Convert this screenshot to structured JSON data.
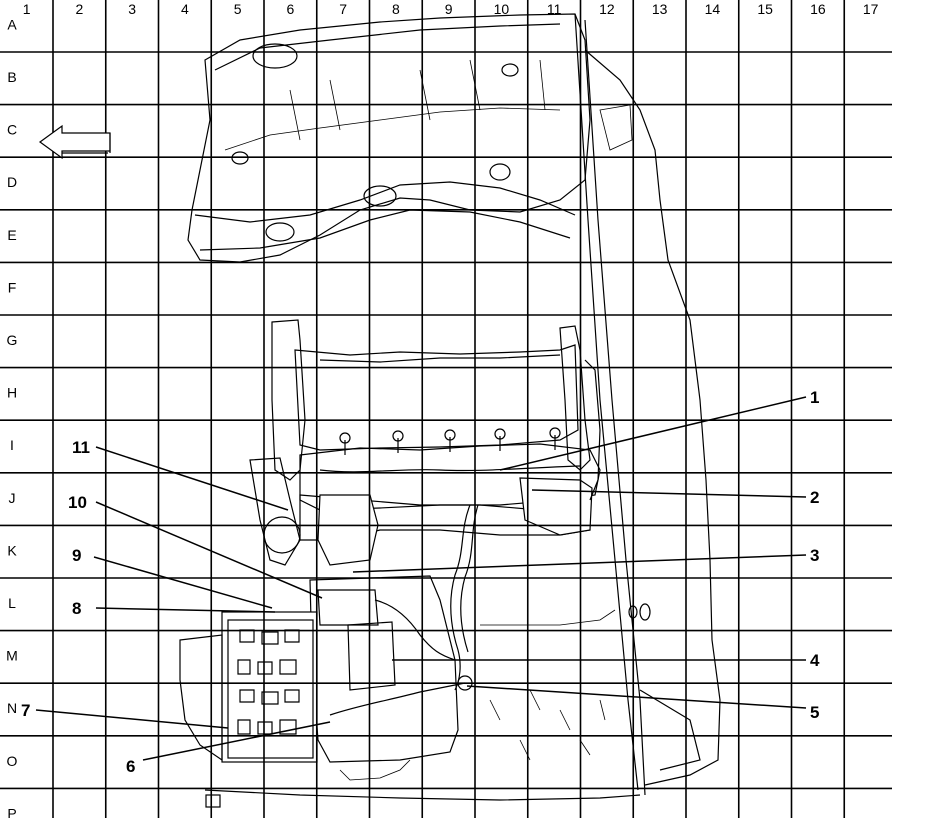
{
  "grid": {
    "columns": [
      "1",
      "2",
      "3",
      "4",
      "5",
      "6",
      "7",
      "8",
      "9",
      "10",
      "11",
      "12",
      "13",
      "14",
      "15",
      "16",
      "17"
    ],
    "rows": [
      "A",
      "B",
      "C",
      "D",
      "E",
      "F",
      "G",
      "H",
      "I",
      "J",
      "K",
      "L",
      "M",
      "N",
      "O",
      "P"
    ]
  },
  "callouts": [
    {
      "id": "1",
      "label": "1"
    },
    {
      "id": "2",
      "label": "2"
    },
    {
      "id": "3",
      "label": "3"
    },
    {
      "id": "4",
      "label": "4"
    },
    {
      "id": "5",
      "label": "5"
    },
    {
      "id": "6",
      "label": "6"
    },
    {
      "id": "7",
      "label": "7"
    },
    {
      "id": "8",
      "label": "8"
    },
    {
      "id": "9",
      "label": "9"
    },
    {
      "id": "10",
      "label": "10"
    },
    {
      "id": "11",
      "label": "11"
    }
  ],
  "icons": {
    "direction": "arrow-left-icon"
  }
}
